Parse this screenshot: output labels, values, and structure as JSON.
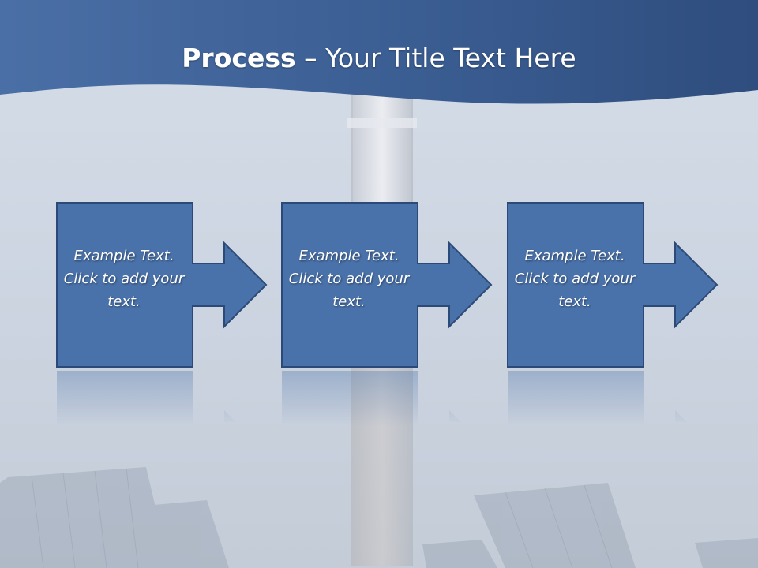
{
  "slide": {
    "title_bold": "Process",
    "title_rest": " – Your Title Text Here"
  },
  "steps": [
    {
      "text": "Example Text. Click  to add your text."
    },
    {
      "text": "Example Text. Click  to add your text."
    },
    {
      "text": "Example Text. Click  to add your text."
    }
  ],
  "colors": {
    "header": "#3e6399",
    "shape_fill": "#4a72aa",
    "shape_border": "#2c4a77"
  }
}
